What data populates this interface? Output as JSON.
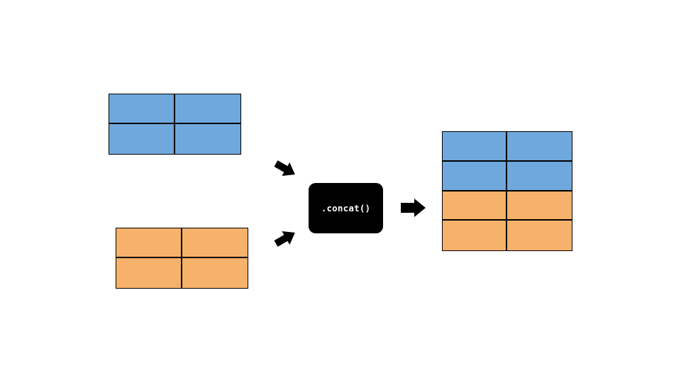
{
  "colors": {
    "top_table_fill": "#6fa8dc",
    "bottom_table_fill": "#f6b26b",
    "border": "#000000",
    "function_box": "#000000",
    "function_text": "#ffffff",
    "background": "#ffffff"
  },
  "tables": {
    "top": {
      "rows": 2,
      "cols": 2,
      "fill": "blue"
    },
    "bottom": {
      "rows": 2,
      "cols": 2,
      "fill": "orange"
    },
    "result": {
      "rows": 4,
      "cols": 2,
      "row_fills": [
        "blue",
        "blue",
        "orange",
        "orange"
      ]
    }
  },
  "function": {
    "label": ".concat()"
  },
  "icons": {
    "input_arrow_top": "arrow-down-right-icon",
    "input_arrow_bottom": "arrow-up-right-icon",
    "output_arrow": "arrow-right-icon"
  }
}
